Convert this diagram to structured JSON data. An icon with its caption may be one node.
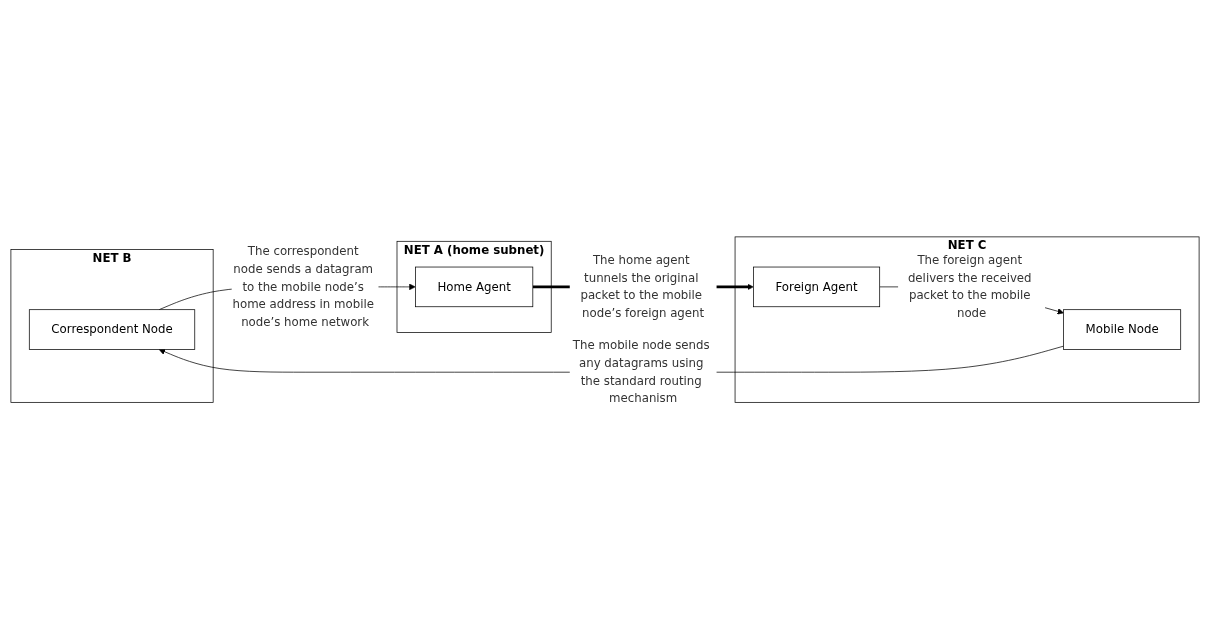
{
  "diagram": {
    "nodes": [
      {
        "text": [
          "NET B"
        ]
      },
      {
        "text": [
          "Correspondent Node"
        ],
        "in": 0
      },
      {
        "text": [
          "NET A (home subnet)"
        ]
      },
      {
        "text": [
          "Home Agent"
        ],
        "in": 2
      },
      {
        "text": [
          "NET C"
        ]
      },
      {
        "text": [
          "Foreign Agent"
        ],
        "in": 4
      },
      {
        "text": [
          "Mobile Node"
        ],
        "in": 4
      }
    ],
    "edges": [
      {
        "from": 1,
        "to": 3,
        "arrow": "to",
        "label": "The correspondent node sends a datagram to the mobile node’s home address in mobile node’s home network"
      },
      {
        "from": 3,
        "to": 5,
        "arrow": "to",
        "style": "thick",
        "label": "The home agent tunnels the original packet to the mobile node’s foreign agent"
      },
      {
        "from": 5,
        "to": 6,
        "arrow": "to",
        "label": "The foreign agent delivers the received packet to the mobile node"
      },
      {
        "from": 6,
        "to": 1,
        "arrow": "to",
        "label": "The mobile node sends any datagrams using the standard routing mechanism"
      }
    ]
  }
}
